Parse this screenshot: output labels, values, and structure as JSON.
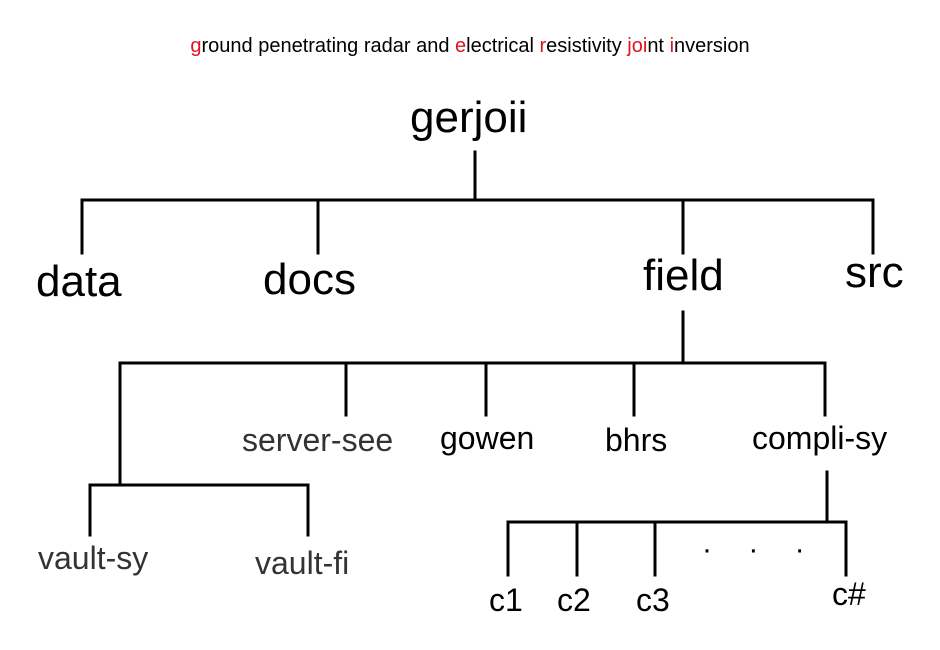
{
  "title_parts": [
    {
      "text": "g",
      "hl": true
    },
    {
      "text": "round penetrating radar and ",
      "hl": false
    },
    {
      "text": "e",
      "hl": true
    },
    {
      "text": "lectrical ",
      "hl": false
    },
    {
      "text": "r",
      "hl": true
    },
    {
      "text": "esistivity ",
      "hl": false
    },
    {
      "text": "joi",
      "hl": true
    },
    {
      "text": "nt ",
      "hl": false
    },
    {
      "text": "i",
      "hl": true
    },
    {
      "text": "nversion",
      "hl": false
    }
  ],
  "colors": {
    "highlight": "#e0141e",
    "text": "#000000",
    "line": "#000000"
  },
  "tree": {
    "root": "gerjoii",
    "level1": [
      "data",
      "docs",
      "field",
      "src"
    ],
    "field_children": [
      "server-see",
      "gowen",
      "bhrs",
      "compli-sy"
    ],
    "vault_children": [
      "vault-sy",
      "vault-fi"
    ],
    "compli_children": [
      "c1",
      "c2",
      "c3",
      "c#"
    ],
    "ellipsis": "· · ·"
  }
}
